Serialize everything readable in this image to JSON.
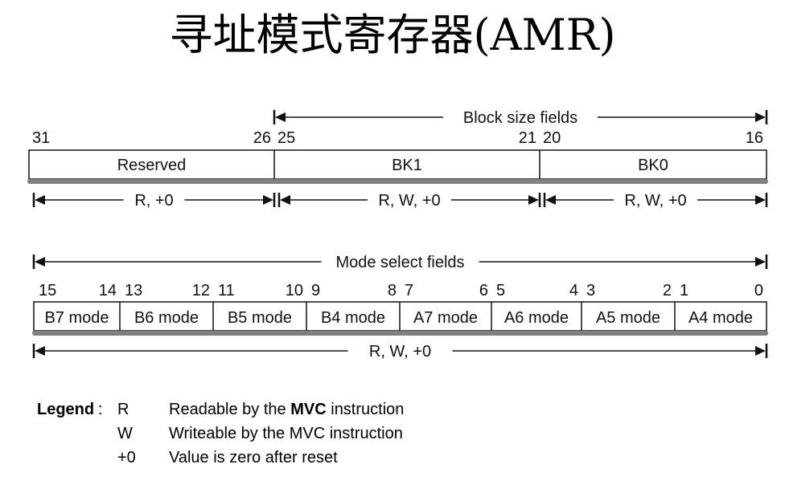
{
  "title": "寻址模式寄存器(AMR)",
  "block_size": {
    "header": "Block size fields",
    "fields": [
      {
        "name": "Reserved",
        "high_bit": "31",
        "low_bit": "26",
        "access": "R, +0"
      },
      {
        "name": "BK1",
        "high_bit": "25",
        "low_bit": "21",
        "access": "R, W, +0"
      },
      {
        "name": "BK0",
        "high_bit": "20",
        "low_bit": "16",
        "access": "R, W, +0"
      }
    ]
  },
  "mode_select": {
    "header": "Mode select fields",
    "access": "R, W, +0",
    "fields": [
      {
        "name": "B7 mode",
        "high_bit": "15",
        "low_bit": "14"
      },
      {
        "name": "B6 mode",
        "high_bit": "13",
        "low_bit": "12"
      },
      {
        "name": "B5 mode",
        "high_bit": "11",
        "low_bit": "10"
      },
      {
        "name": "B4 mode",
        "high_bit": "9",
        "low_bit": "8"
      },
      {
        "name": "A7 mode",
        "high_bit": "7",
        "low_bit": "6"
      },
      {
        "name": "A6 mode",
        "high_bit": "5",
        "low_bit": "4"
      },
      {
        "name": "A5 mode",
        "high_bit": "3",
        "low_bit": "2"
      },
      {
        "name": "A4 mode",
        "high_bit": "1",
        "low_bit": "0"
      }
    ]
  },
  "legend": {
    "heading": "Legend",
    "colon": ":",
    "items": [
      {
        "key": "R",
        "desc_pre": "Readable by the ",
        "desc_bold": "MVC",
        "desc_post": " instruction"
      },
      {
        "key": "W",
        "desc_pre": "Writeable by the MVC instruction",
        "desc_bold": "",
        "desc_post": ""
      },
      {
        "key": "+0",
        "desc_pre": "Value is zero after reset",
        "desc_bold": "",
        "desc_post": ""
      }
    ]
  }
}
